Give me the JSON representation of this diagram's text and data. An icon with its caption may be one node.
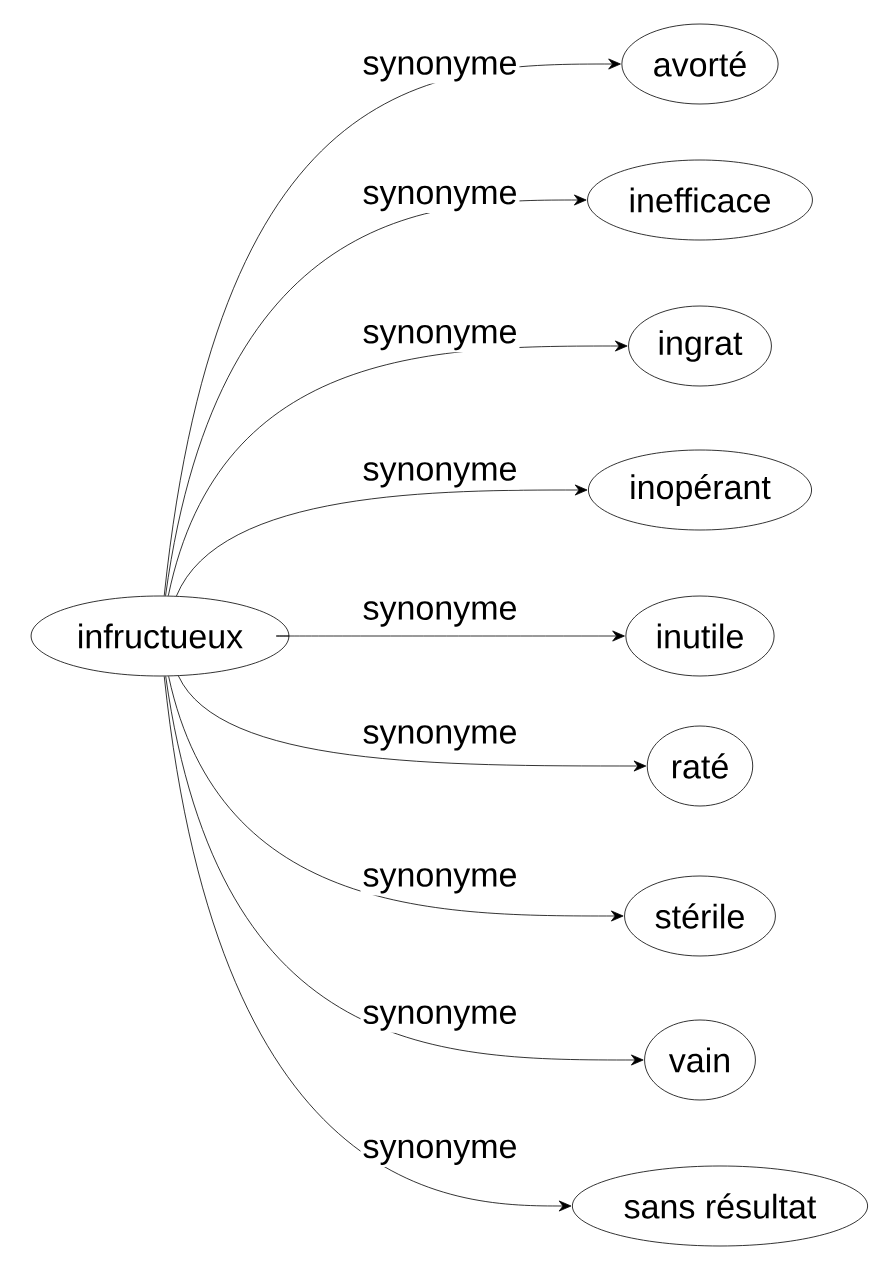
{
  "diagram": {
    "nodes": [
      {
        "text": [
          "infructueux"
        ]
      },
      {
        "text": [
          "avorté"
        ]
      },
      {
        "text": [
          "inefficace"
        ]
      },
      {
        "text": [
          "ingrat"
        ]
      },
      {
        "text": [
          "inopérant"
        ]
      },
      {
        "text": [
          "inutile"
        ]
      },
      {
        "text": [
          "raté"
        ]
      },
      {
        "text": [
          "stérile"
        ]
      },
      {
        "text": [
          "vain"
        ]
      },
      {
        "text": [
          "sans résultat"
        ]
      }
    ],
    "edges": [
      {
        "from": 0,
        "to": 1,
        "arrow": "to",
        "label": "synonyme"
      },
      {
        "from": 0,
        "to": 2,
        "arrow": "to",
        "label": "synonyme"
      },
      {
        "from": 0,
        "to": 3,
        "arrow": "to",
        "label": "synonyme"
      },
      {
        "from": 0,
        "to": 4,
        "arrow": "to",
        "label": "synonyme"
      },
      {
        "from": 0,
        "to": 5,
        "arrow": "to",
        "label": "synonyme"
      },
      {
        "from": 0,
        "to": 6,
        "arrow": "to",
        "label": "synonyme"
      },
      {
        "from": 0,
        "to": 7,
        "arrow": "to",
        "label": "synonyme"
      },
      {
        "from": 0,
        "to": 8,
        "arrow": "to",
        "label": "synonyme"
      },
      {
        "from": 0,
        "to": 9,
        "arrow": "to",
        "label": "synonyme"
      }
    ]
  }
}
